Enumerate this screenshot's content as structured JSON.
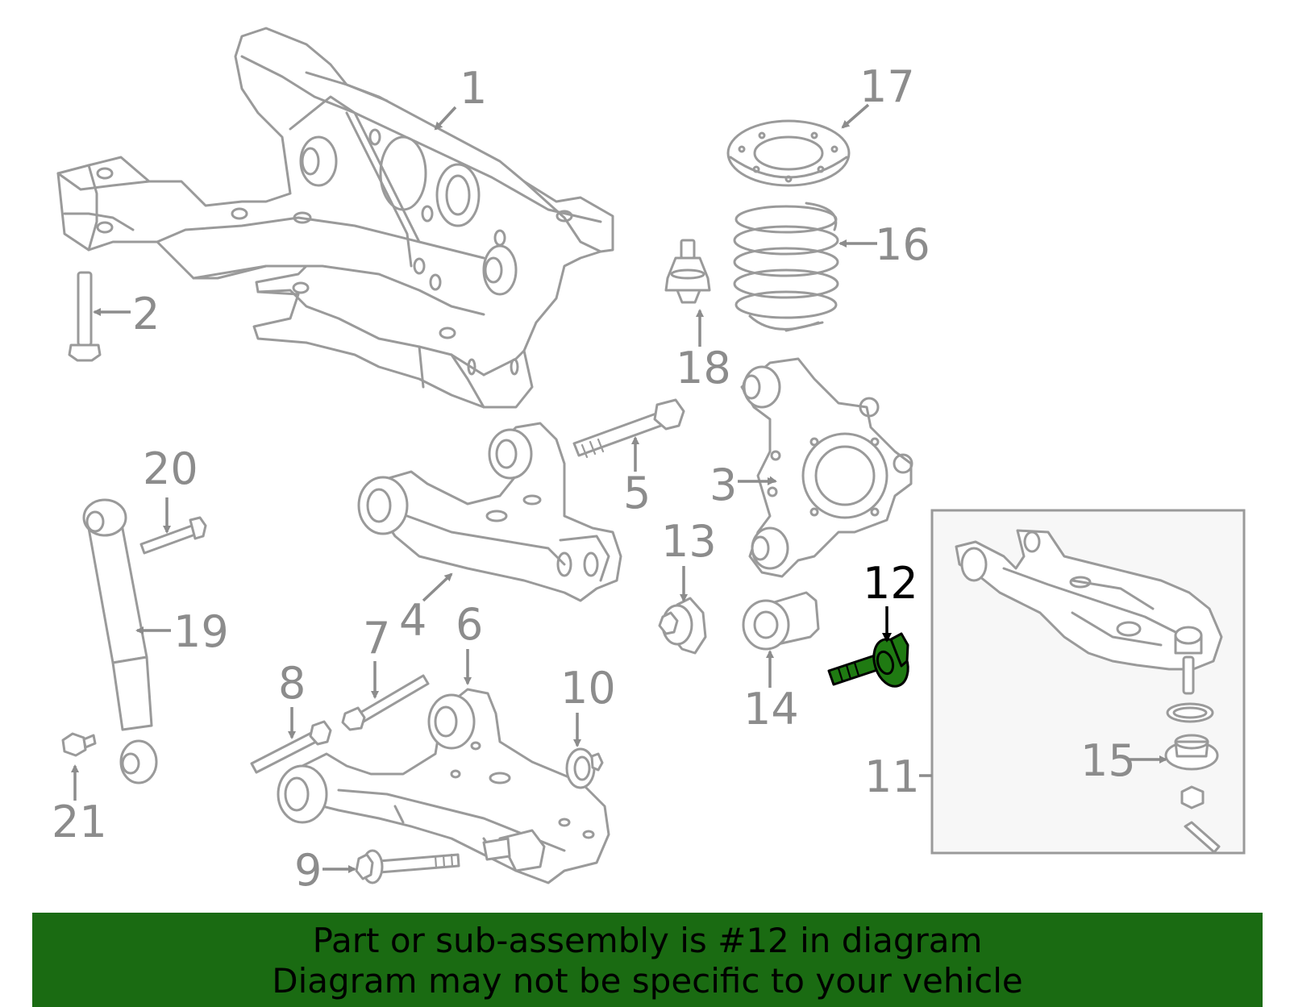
{
  "callouts": [
    {
      "id": "1",
      "label": "1"
    },
    {
      "id": "2",
      "label": "2"
    },
    {
      "id": "3",
      "label": "3"
    },
    {
      "id": "4",
      "label": "4"
    },
    {
      "id": "5",
      "label": "5"
    },
    {
      "id": "6",
      "label": "6"
    },
    {
      "id": "7",
      "label": "7"
    },
    {
      "id": "8",
      "label": "8"
    },
    {
      "id": "9",
      "label": "9"
    },
    {
      "id": "10",
      "label": "10"
    },
    {
      "id": "11",
      "label": "11"
    },
    {
      "id": "12",
      "label": "12"
    },
    {
      "id": "13",
      "label": "13"
    },
    {
      "id": "14",
      "label": "14"
    },
    {
      "id": "15",
      "label": "15"
    },
    {
      "id": "16",
      "label": "16"
    },
    {
      "id": "17",
      "label": "17"
    },
    {
      "id": "18",
      "label": "18"
    },
    {
      "id": "19",
      "label": "19"
    },
    {
      "id": "20",
      "label": "20"
    },
    {
      "id": "21",
      "label": "21"
    }
  ],
  "highlighted_part": "12",
  "colors": {
    "line_art": "#9a9a9a",
    "highlight_part": "#1f7a12",
    "banner_background": "#1a6b12",
    "banner_text": "#000000"
  },
  "banner": {
    "line1": "Part or sub-assembly is #12 in diagram",
    "line2": "Diagram may not be specific to your vehicle"
  }
}
